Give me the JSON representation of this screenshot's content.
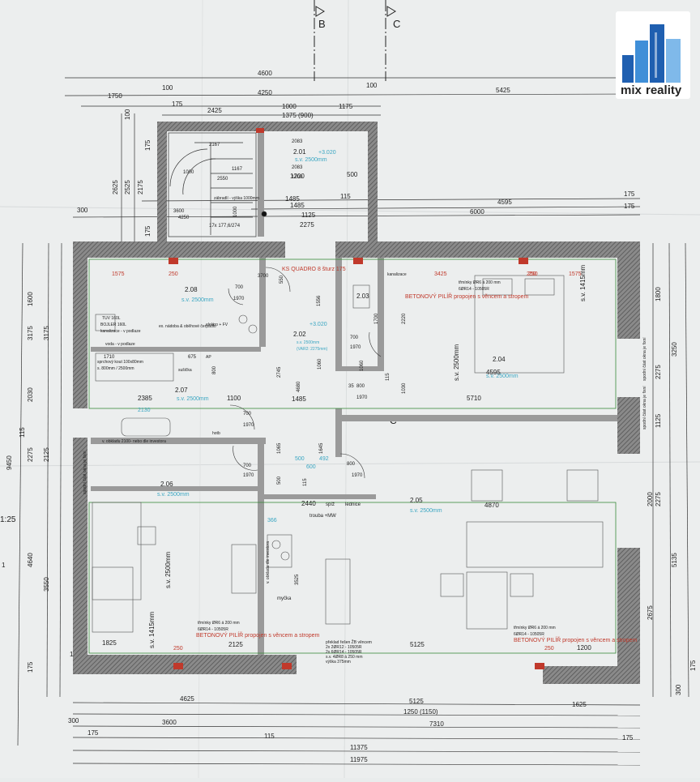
{
  "sections": {
    "b": "B",
    "c": "C",
    "c2": "C"
  },
  "scale": "1:25",
  "logo": {
    "mix": "mix",
    "reality": "reality"
  },
  "dims": {
    "top": [
      "4600",
      "1750",
      "100",
      "4250",
      "100",
      "5425",
      "175",
      "2425",
      "1000",
      "1175",
      "1375 (900)",
      "1200",
      "500",
      "1485",
      "115",
      "4595",
      "175",
      "300",
      "1125",
      "2275",
      "6000",
      "175"
    ],
    "left_upper": [
      "100",
      "175",
      "2525",
      "2175",
      "2625",
      "175"
    ],
    "left_main": [
      "1575",
      "1600",
      "3175",
      "3175",
      "2030",
      "115",
      "2125",
      "2275",
      "9450",
      "4640",
      "3550",
      "175",
      "1825",
      "115",
      "1"
    ],
    "right": [
      "1800",
      "3250",
      "2275",
      "1125",
      "2000",
      "2275",
      "5135",
      "2675",
      "175",
      "300"
    ],
    "bottom": [
      "4625",
      "5125",
      "1625",
      "1250 (1150)",
      "300",
      "3600",
      "7310",
      "175",
      "115",
      "11375",
      "175",
      "11975"
    ],
    "stair": [
      "2167",
      "1000",
      "1167",
      "2550",
      "3600",
      "4250",
      "1000",
      "17x 177,6/274",
      "2083",
      "2083",
      "1200"
    ],
    "inner": [
      "250",
      "3700",
      "550",
      "1556",
      "700",
      "1970",
      "1700",
      "2220",
      "700",
      "1970",
      "2745",
      "1060",
      "4680",
      "1485",
      "1060",
      "35",
      "800",
      "1970",
      "1030",
      "115",
      "1100",
      "700",
      "1970",
      "2385",
      "2130",
      "700",
      "1970",
      "800",
      "1065",
      "1645",
      "1970",
      "500",
      "115",
      "500",
      "492",
      "600",
      "2440",
      "4870",
      "366",
      "3525",
      "5125",
      "2125",
      "250",
      "250",
      "1200",
      "250",
      "675",
      "800",
      "1710",
      "3425",
      "250",
      "1575",
      "5710",
      "4595"
    ]
  },
  "rooms": {
    "r201": "2.01",
    "r201lvl": "+3.020",
    "r201sv": "s.v. 2500mm",
    "r202": "2.02",
    "r202lvl": "+3.020",
    "r202sv": "s.v. 2500mm",
    "r202sv2": "(VAR2: 2275mm)",
    "r203": "2.03",
    "r204": "2.04",
    "r204sv": "s.v. 2500mm",
    "r204sv2": "s.v. 2500mm",
    "r205": "2.05",
    "r205sv": "s.v. 2500mm",
    "r206": "2.06",
    "r206sv": "s.v. 2500mm",
    "r206sv2": "s.v. 2500mm",
    "r206sv3": "s.v. 1415mm",
    "r207": "2.07",
    "r207sv": "s.v. 2500mm",
    "r208": "2.08",
    "r208sv": "s.v. 2500mm",
    "r204lh": "s.v. 1415mm"
  },
  "notes": {
    "tuv": "TUV 160L",
    "bojler": "BOJLER 160L",
    "kan": "kanalizace - v podlaze",
    "nadoba": "ex. nádoba & oběhové čerpadlo",
    "elektro": "elektro + FV",
    "voda": "voda - v podlaze",
    "sprcha": "sprchový kout 100x80mm",
    "sprcha2": "s. 800mm / 2500mm",
    "susicka": "sušička",
    "ap": "AP",
    "kanal2": "kanalizace",
    "obklad": "v. obkladu 2100- nebo dle investora",
    "hotb": "hotb",
    "trouba": "trouba +MW",
    "spiz": "spíž",
    "lednice": "lednice",
    "mycka": "myčka",
    "obkladDle": "v. obkladu dle investora",
    "kvadro": "KS QUADRO 8 šturz 175",
    "trmA": "třmínky ØR6 á 200 mm",
    "trmB": "6ØR14 - 10505R",
    "pilir": "BETONOVÝ PILÍŘ propojen s věncem a stropem",
    "trmC": "třmínky ØR6 á 200 mm",
    "trmD": "6ØR14 - 10505R",
    "pilir2": "BETONOVÝ PILÍŘ propojen s věncem a stropem",
    "trmE": "třmínky ØR6 á 200 mm",
    "trmF": "6ØR14 - 10505R",
    "pilir3": "BETONOVÝ PILÍŘ propojen s věncem a stropem",
    "stair_note": "zábradlí - výška 1000mm",
    "spod1": "spodní část okna je fixní",
    "spod2": "spodní část okna je fixní",
    "spod3": "spodní část okna je fixní",
    "preklad": "překlad řešen ŽB věncem",
    "preklad2": "2x 2ØR12 - 10505R",
    "preklad3": "2x 6ØR14 - 10505R",
    "preklad4": "s.v. 4ØR8 á 250 mm",
    "preklad5": "výška 375mm"
  },
  "colors": {
    "wall": "#5c5c5c",
    "green": "#3a8a3a",
    "red": "#c0392b",
    "cyan": "#3aa6c2",
    "paper": "#eceeee"
  }
}
